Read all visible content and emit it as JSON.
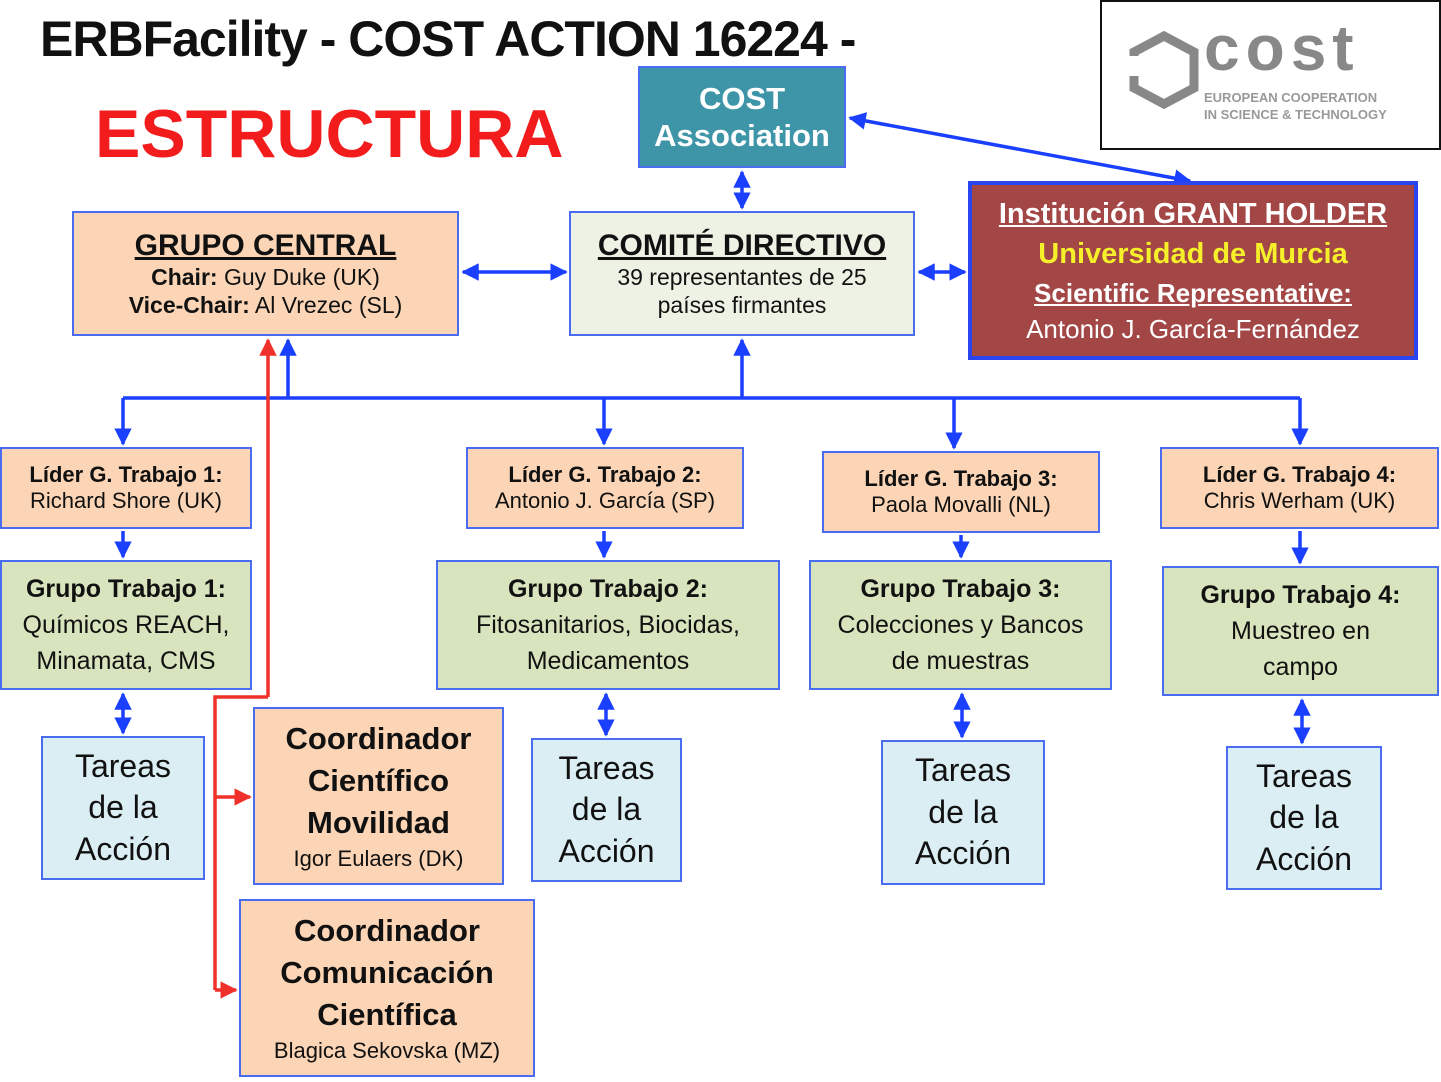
{
  "title": "ERBFacility - COST ACTION 16224 -",
  "subtitle": "ESTRUCTURA",
  "logo": {
    "word": "cost",
    "line1": "EUROPEAN COOPERATION",
    "line2": "IN SCIENCE & TECHNOLOGY"
  },
  "cost_association": {
    "line1": "COST",
    "line2": "Association"
  },
  "grupo_central": {
    "title": "GRUPO CENTRAL",
    "chair_label": "Chair:",
    "chair": "Guy Duke (UK)",
    "vice_label": "Vice-Chair:",
    "vice": "Al Vrezec (SL)"
  },
  "comite": {
    "title": "COMITÉ DIRECTIVO",
    "line1": "39 representantes de 25",
    "line2": "países firmantes"
  },
  "institucion": {
    "title": "Institución GRANT HOLDER",
    "university": "Universidad de Murcia",
    "rep_label": "Scientific Representative:",
    "rep": "Antonio J. García-Fernández"
  },
  "leaders": [
    {
      "title": "Líder G. Trabajo 1:",
      "name": "Richard Shore (UK)"
    },
    {
      "title": "Líder G. Trabajo 2:",
      "name": "Antonio J. García (SP)"
    },
    {
      "title": "Líder G. Trabajo 3:",
      "name": "Paola Movalli (NL)"
    },
    {
      "title": "Líder G. Trabajo 4:",
      "name": "Chris Werham (UK)"
    }
  ],
  "groups": [
    {
      "title": "Grupo Trabajo 1:",
      "line1": "Químicos REACH,",
      "line2": "Minamata, CMS"
    },
    {
      "title": "Grupo Trabajo 2:",
      "line1": "Fitosanitarios, Biocidas,",
      "line2": "Medicamentos"
    },
    {
      "title": "Grupo Trabajo 3:",
      "line1": "Colecciones y Bancos",
      "line2": "de muestras"
    },
    {
      "title": "Grupo Trabajo 4:",
      "line1": "Muestreo en",
      "line2": "campo"
    }
  ],
  "tareas": {
    "line1": "Tareas",
    "line2": "de la",
    "line3": "Acción"
  },
  "coord_movilidad": {
    "line1": "Coordinador",
    "line2": "Científico",
    "line3": "Movilidad",
    "name": "Igor Eulaers (DK)"
  },
  "coord_comunicacion": {
    "line1": "Coordinador",
    "line2": "Comunicación",
    "line3": "Científica",
    "name": "Blagica Sekovska (MZ)"
  },
  "colors": {
    "arrow": "#1a3fff",
    "red_arrow": "#f0302a",
    "title_red": "#f21c1c",
    "cost_teal": "#3f95a8",
    "grant_holder": "#a24646"
  }
}
